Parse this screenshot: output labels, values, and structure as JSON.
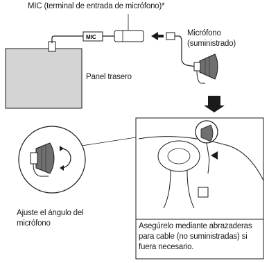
{
  "labels": {
    "mic_terminal": "MIC (terminal de entrada de micrófono)*",
    "microphone_line1": "Micrófono",
    "microphone_line2": "(suministrado)",
    "rear_panel": "Panel trasero",
    "adjust_line1": "Ajuste el ángulo del",
    "adjust_line2": "micrófono",
    "secure_line1": "Asegúrelo mediante abrazaderas",
    "secure_line2": "para cable (no suministradas) si",
    "secure_line3": "fuera necesario.",
    "mic_connector_tag": "MIC"
  },
  "colors": {
    "panel_fill": "#d4d4d4",
    "ink": "#1a1a1a",
    "mic_head": "#6f6f6f"
  }
}
